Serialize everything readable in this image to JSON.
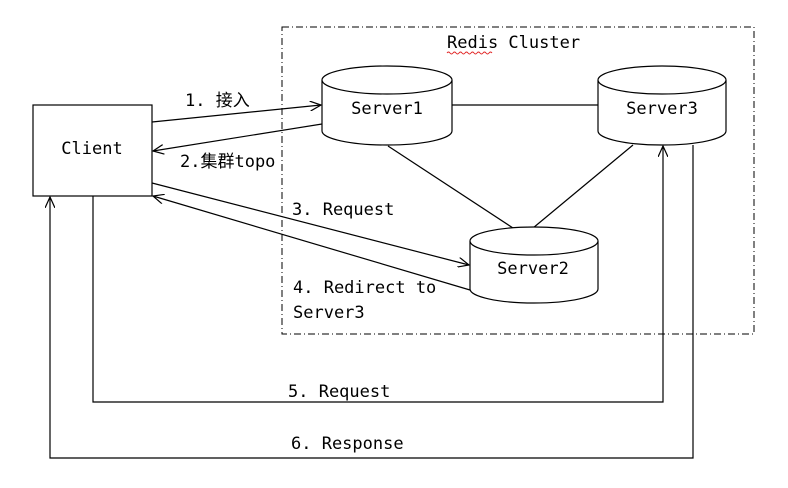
{
  "cluster": {
    "title": "Redis Cluster"
  },
  "client": {
    "label": "Client"
  },
  "servers": {
    "server1": "Server1",
    "server2": "Server2",
    "server3": "Server3"
  },
  "steps": {
    "s1": "1. 接入",
    "s2": "2.集群topo",
    "s3": "3. Request",
    "s4_line1": "4. Redirect to",
    "s4_line2": "Server3",
    "s5": "5. Request",
    "s6": "6. Response"
  }
}
